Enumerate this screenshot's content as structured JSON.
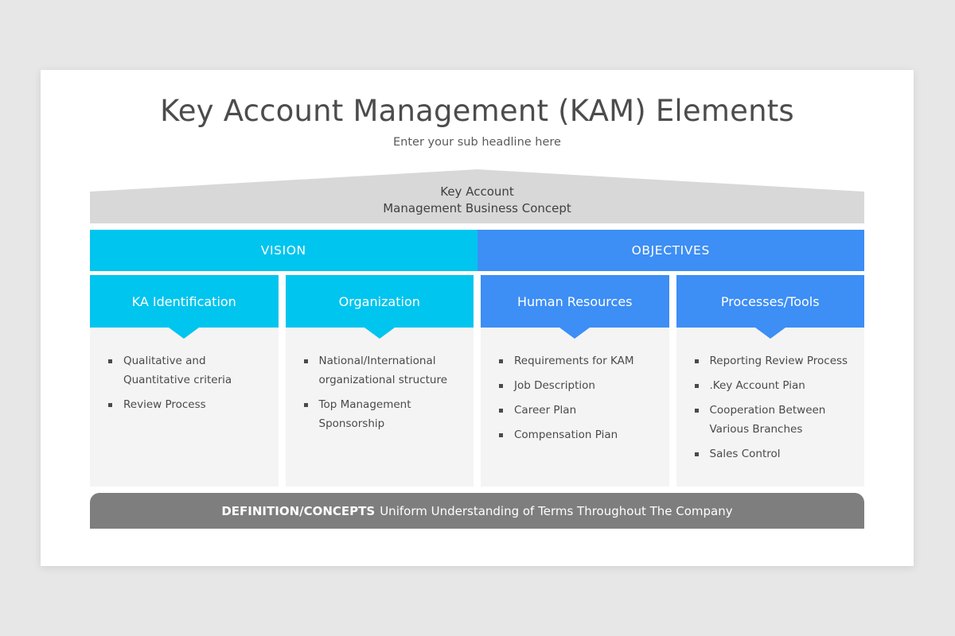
{
  "slide": {
    "title": "Key Account Management (KAM) Elements",
    "subtitle": "Enter your sub headline here",
    "roof": {
      "line1": "Key Account",
      "line2": "Management Business Concept",
      "color": "#d8d8d8"
    },
    "band": [
      {
        "label": "VISION",
        "color": "#00c5ee"
      },
      {
        "label": "OBJECTIVES",
        "color": "#3d8ef5"
      }
    ],
    "columns": [
      {
        "header": "KA Identification",
        "color": "#00c5ee",
        "items": [
          "Qualitative and Quantitative criteria",
          "Review Process"
        ]
      },
      {
        "header": "Organization",
        "color": "#00c5ee",
        "items": [
          "National/International organizational structure",
          "Top Management Sponsorship"
        ]
      },
      {
        "header": "Human Resources",
        "color": "#3d8ef5",
        "items": [
          "Requirements for KAM",
          "Job Description",
          "Career Plan",
          "Compensation Pian"
        ]
      },
      {
        "header": "Processes/Tools",
        "color": "#3d8ef5",
        "items": [
          "Reporting Review Process",
          ".Key Account Pian",
          "Cooperation Between Various Branches",
          "Sales Control"
        ]
      }
    ],
    "footer": {
      "strong": "DEFINITION/CONCEPTS",
      "rest": "Uniform Understanding of Terms Throughout  The Company",
      "color": "#7e7e7e"
    }
  }
}
